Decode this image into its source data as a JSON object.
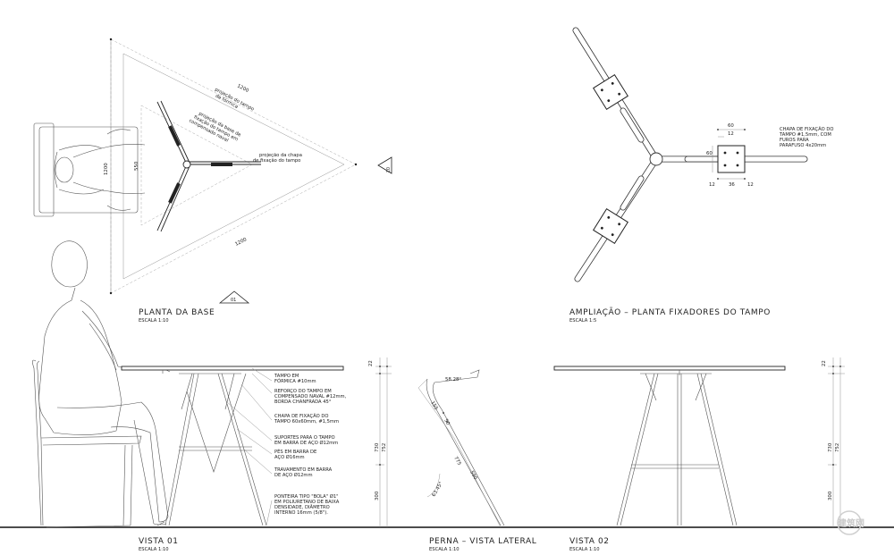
{
  "views": {
    "plan_base": {
      "title": "PLANTA DA BASE",
      "scale": "ESCALA 1:10"
    },
    "detail": {
      "title": "AMPLIAÇÃO – PLANTA FIXADORES DO TAMPO",
      "scale": "ESCALA 1:5"
    },
    "view1": {
      "title": "VISTA 01",
      "scale": "ESCALA 1:10"
    },
    "leg": {
      "title": "PERNA – VISTA LATERAL",
      "scale": "ESCALA 1:10"
    },
    "view2": {
      "title": "VISTA 02",
      "scale": "ESCALA 1:10"
    }
  },
  "plan_annotations": {
    "dim_1200_top": "1200",
    "dim_1200_bottom": "1200",
    "dim_1200_side": "1200",
    "dim_550": "550",
    "note_tampo": [
      "projeção do tampo",
      "de fórmica"
    ],
    "note_base": [
      "projeção da base de",
      "fixação do tampo em",
      "compensado naval"
    ],
    "note_chapa": [
      "projeção da chapa",
      "de fixação do tampo"
    ],
    "ref_02": "02",
    "ref_01": "01"
  },
  "detail_annotations": {
    "note_lines": [
      "CHAPA DE FIXAÇÃO DO",
      "TAMPO #1,5mm, COM",
      "FUROS PARA",
      "PARAFUSO 4x20mm"
    ],
    "dim_60_top": "60",
    "dim_12_top": "12",
    "dim_60_left": "60",
    "dim_12_a": "12",
    "dim_36": "36",
    "dim_12_b": "12"
  },
  "view1_notes": {
    "n1": [
      "TAMPO EM",
      "FÓRMICA #10mm"
    ],
    "n2": [
      "REFORÇO DO TAMPO EM",
      "COMPENSADO NAVAL #12mm,",
      "BORDA CHANFRADA 45°"
    ],
    "n3": [
      "CHAPA DE FIXAÇÃO DO",
      "TAMPO 60x60mm, #1,5mm"
    ],
    "n4": [
      "SUPORTES PARA O TAMPO",
      "EM BARRA DE AÇO Ø12mm"
    ],
    "n5": [
      "PÉS EM BARRA DE",
      "AÇO Ø16mm"
    ],
    "n6": [
      "TRAVAMENTO EM BARRA",
      "DE AÇO Ø12mm"
    ],
    "n7": [
      "PONTEIRA TIPO \"BOLA\" Ø1\"",
      "EM POLIURETANO DE BAIXA",
      "DENSIDADE, DIÂMETRO",
      "INTERNO 16mm (5/8\")."
    ],
    "dim_22": "22",
    "dim_730": "730",
    "dim_752": "752",
    "dim_300": "300"
  },
  "leg_dims": {
    "angle_top": "58.28°",
    "d155": "155",
    "d50": "50",
    "d775": "775",
    "d590": "590",
    "angle_bottom": "63.45°"
  },
  "view2_dims": {
    "dim_22": "22",
    "dim_730": "730",
    "dim_752": "752",
    "dim_300": "300"
  },
  "watermark": "建筑网"
}
